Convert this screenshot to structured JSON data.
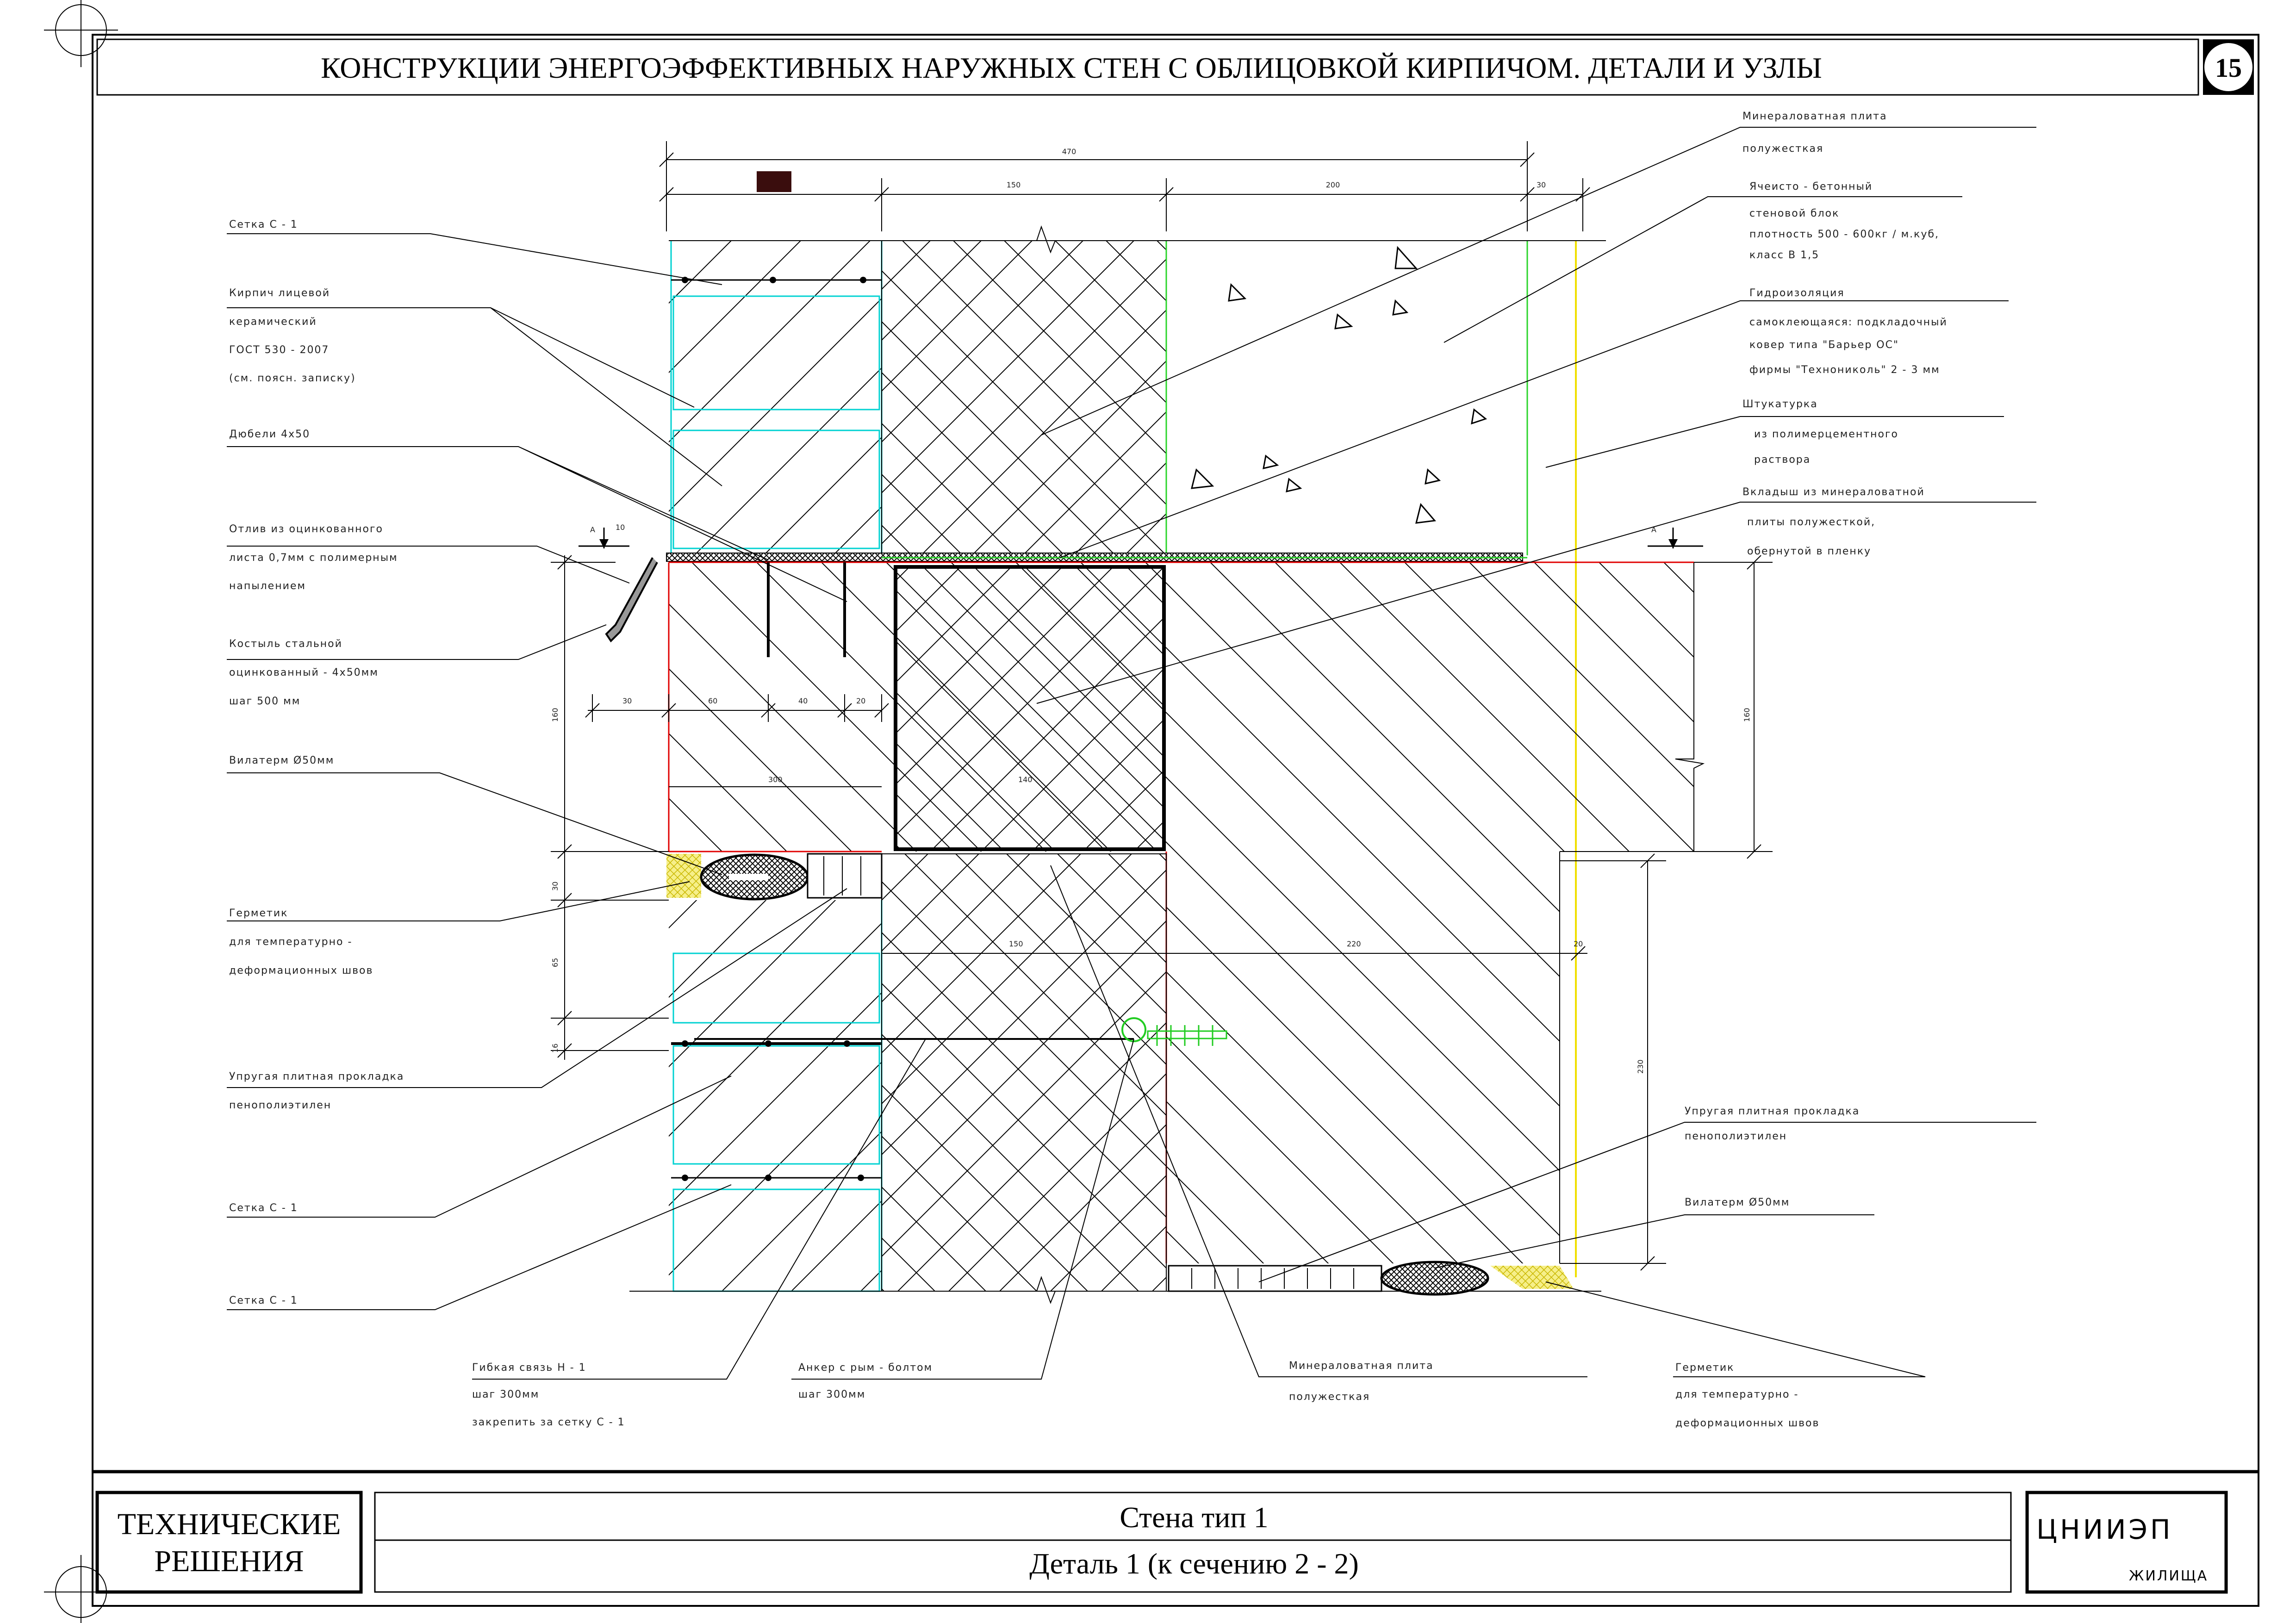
{
  "sheet": {
    "title": "КОНСТРУКЦИИ ЭНЕРГОЭФФЕКТИВНЫХ НАРУЖНЫХ СТЕН С ОБЛИЦОВКОЙ КИРПИЧОМ. ДЕТАЛИ И УЗЛЫ",
    "page_number": "15"
  },
  "title_block": {
    "section_line1": "ТЕХНИЧЕСКИЕ",
    "section_line2": "РЕШЕНИЯ",
    "subject": "Стена тип 1",
    "detail": "Деталь 1 (к сечению 2 - 2)",
    "org_main": "ЦНИИЭП",
    "org_sub": "ЖИЛИЩА"
  },
  "callouts_left": [
    {
      "lines": [
        "Сетка  С - 1"
      ]
    },
    {
      "lines": [
        "Кирпич  лицевой",
        "керамический",
        "ГОСТ  530 - 2007",
        "(см.  поясн.  записку)"
      ]
    },
    {
      "lines": [
        "Дюбели  4х50"
      ]
    },
    {
      "lines": [
        "Отлив  из  оцинкованного",
        "листа  0,7мм  с  полимерным",
        "напылением"
      ]
    },
    {
      "lines": [
        "Костыль  стальной",
        "оцинкованный    - 4х50мм",
        "шаг  500  мм"
      ]
    },
    {
      "lines": [
        "Вилатерм  Ø50мм"
      ]
    },
    {
      "lines": [
        "Герметик",
        "для  температурно -",
        "деформационных  швов"
      ]
    },
    {
      "lines": [
        "Упругая  плитная  прокладка",
        "пенополиэтилен"
      ]
    },
    {
      "lines": [
        "Сетка  С - 1"
      ]
    },
    {
      "lines": [
        "Сетка  С - 1"
      ]
    }
  ],
  "callouts_right": [
    {
      "lines": [
        "Минераловатная  плита",
        "полужесткая"
      ]
    },
    {
      "lines": [
        "Ячеисто - бетонный",
        "стеновой  блок",
        "плотность  500 - 600кг / м.куб,",
        "класс  В  1,5"
      ]
    },
    {
      "lines": [
        "Гидроизоляция",
        "самоклеющаяся:  подкладочный",
        "ковер  типа  \"Барьер  ОС\"",
        "фирмы  \"Технониколь\"  2 - 3  мм"
      ]
    },
    {
      "lines": [
        "Штукатурка",
        "из  полимерцементного",
        "раствора"
      ]
    },
    {
      "lines": [
        "Вкладыш  из  минераловатной",
        "плиты  полужесткой,",
        "обернутой  в  пленку"
      ]
    },
    {
      "lines": [
        "Упругая  плитная  прокладка",
        "пенополиэтилен"
      ]
    },
    {
      "lines": [
        "Вилатерм  Ø50мм"
      ]
    }
  ],
  "callouts_bottom": [
    {
      "lines": [
        "Гибкая  связь  Н - 1",
        "шаг  300мм",
        "закрепить  за  сетку  С - 1"
      ]
    },
    {
      "lines": [
        "Анкер  с  рым - болтом",
        "шаг  300мм"
      ]
    },
    {
      "lines": [
        "Минераловатная  плита",
        "полужесткая"
      ]
    },
    {
      "lines": [
        "Герметик",
        "для  температурно -",
        "деформационных  швов"
      ]
    }
  ],
  "dimensions": {
    "top_total": "470",
    "top_brick": "150",
    "top_block": "200",
    "top_plaster": "30",
    "mid_30": "30",
    "mid_60": "60",
    "mid_40": "40",
    "mid_20": "20",
    "v_160": "160",
    "v_30": "30",
    "v_65": "65",
    "v_16": "16",
    "v_10": "10",
    "slab_150": "150",
    "slab_220": "220",
    "slab_20": "20",
    "right_160": "160",
    "right_230": "230",
    "section_mark": "А",
    "mid_300": "300",
    "mid_140": "140"
  },
  "colors": {
    "brick_outline": "#00d2d2",
    "insulation_outline": "#2ad52a",
    "plaster_line": "#f0e000",
    "slab_edge": "#e00000",
    "sealant_fill": "#f6ef8a",
    "anchor": "#22cc22"
  }
}
